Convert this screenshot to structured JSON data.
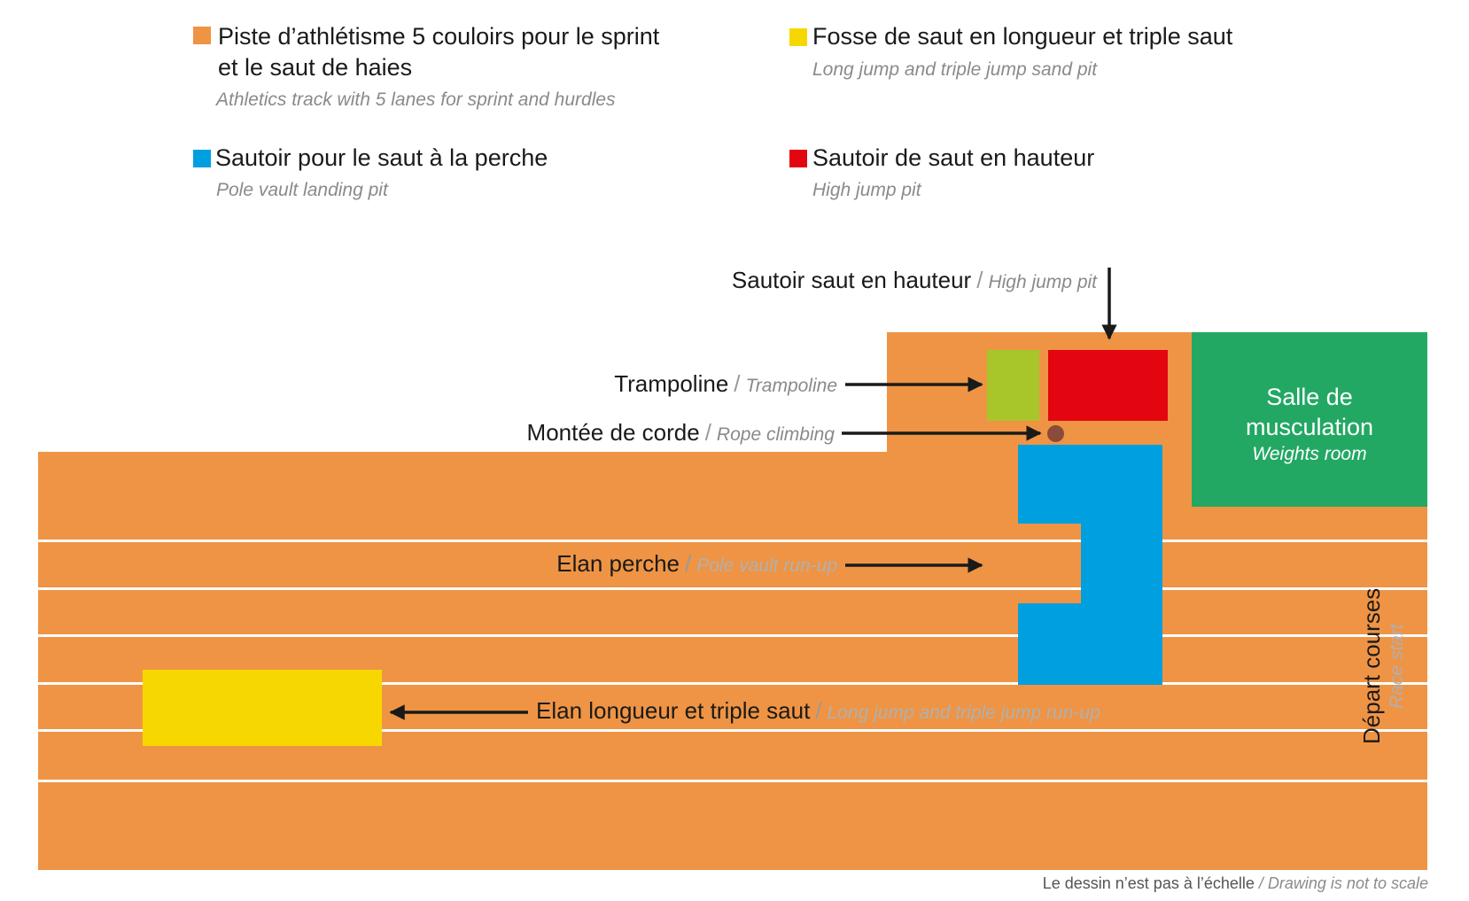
{
  "colors": {
    "track": "#ef9444",
    "long_jump_pit": "#f6d800",
    "pole_vault_pit": "#009fe0",
    "high_jump_pit": "#e30611",
    "trampoline": "#a8c62a",
    "weights_room": "#23a864",
    "rope": "#8a4b3a",
    "lane_line": "#ffffff"
  },
  "legend": [
    {
      "fr": "Piste d’athlétisme 5 couloirs pour le sprint",
      "fr2": "et le saut de haies",
      "en": "Athletics track with 5 lanes for sprint and hurdles"
    },
    {
      "fr": "Fosse de saut en longueur et triple saut",
      "en": "Long jump and triple jump sand pit"
    },
    {
      "fr": "Sautoir pour le saut à la perche",
      "en": "Pole vault landing pit"
    },
    {
      "fr": "Sautoir de saut en hauteur",
      "en": "High jump pit"
    }
  ],
  "labels": {
    "high_jump": {
      "fr": "Sautoir saut en hauteur",
      "sep": "/",
      "en": "High jump pit"
    },
    "trampoline": {
      "fr": "Trampoline",
      "sep": "/",
      "en": "Trampoline"
    },
    "rope": {
      "fr": "Montée de corde",
      "sep": "/",
      "en": "Rope  climbing"
    },
    "pole_runup": {
      "fr": "Elan perche",
      "sep": "/",
      "en": "Pole vault  run-up"
    },
    "long_runup": {
      "fr": "Elan longueur et triple saut",
      "sep": "/",
      "en": "Long jump and triple jump run-up"
    }
  },
  "weights_room": {
    "fr1": "Salle de",
    "fr2": "musculation",
    "en": "Weights room"
  },
  "race_start": {
    "fr": "Départ courses",
    "en": "Race start"
  },
  "footer": {
    "fr": "Le dessin n’est pas à l’échelle",
    "sep": "/",
    "en": "Drawing is not to scale"
  }
}
